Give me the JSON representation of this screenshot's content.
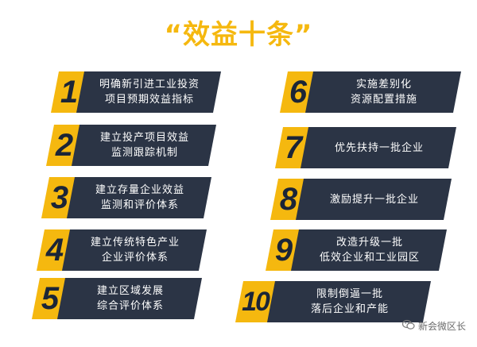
{
  "title": "“效益十条”",
  "colors": {
    "accent": "#f5b80f",
    "panel": "#2b3445",
    "number": "#1b2537"
  },
  "left_items": [
    {
      "num": "1",
      "lines": [
        "明确新引进工业投资",
        "项目预期效益指标"
      ]
    },
    {
      "num": "2",
      "lines": [
        "建立投产项目效益",
        "监测跟踪机制"
      ]
    },
    {
      "num": "3",
      "lines": [
        "建立存量企业效益",
        "监测和评价体系"
      ]
    },
    {
      "num": "4",
      "lines": [
        "建立传统特色产业",
        "企业评价体系"
      ]
    },
    {
      "num": "5",
      "lines": [
        "建立区域发展",
        "综合评价体系"
      ]
    }
  ],
  "right_items": [
    {
      "num": "6",
      "lines": [
        "实施差别化",
        "资源配置措施"
      ]
    },
    {
      "num": "7",
      "lines": [
        "优先扶持一批企业"
      ]
    },
    {
      "num": "8",
      "lines": [
        "激励提升一批企业"
      ]
    },
    {
      "num": "9",
      "lines": [
        "改造升级一批",
        "低效企业和工业园区"
      ]
    },
    {
      "num": "10",
      "lines": [
        "限制倒逼一批",
        "落后企业和产能"
      ]
    }
  ],
  "watermark": {
    "icon": "wechat-icon",
    "text": "新会微区长"
  }
}
